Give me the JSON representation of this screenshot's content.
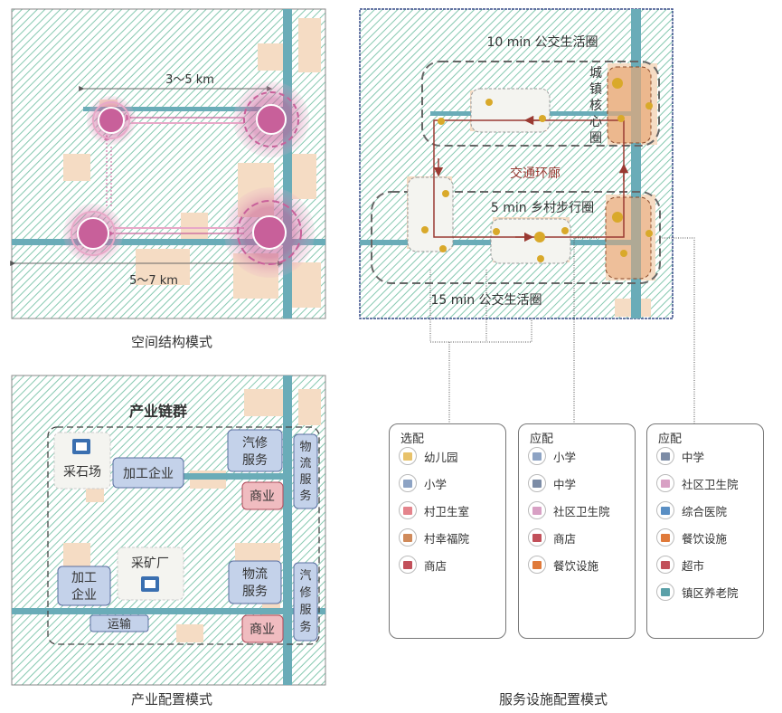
{
  "panel_spatial": {
    "label_3_5km": "3～5 km",
    "label_5_7km": "5～7 km",
    "caption": "空间结构模式"
  },
  "panel_industry": {
    "chain_title": "产业链群",
    "quarry": "采石场",
    "processing_top": "加工企业",
    "auto_repair_top": "汽修\n服务",
    "commerce_top": "商业",
    "logistics_right": "物流\n服务",
    "mine": "采矿厂",
    "processing_bottom": "加工\n企业",
    "logistics_bottom": "物流\n服务",
    "commerce_bottom": "商业",
    "auto_repair_right": "汽修\n服务",
    "transport": "运输",
    "caption": "产业配置模式"
  },
  "panel_service": {
    "label_10min": "10 min 公交生活圈",
    "label_core": "城\n镇\n核\n心\n圈",
    "label_corridor": "交通环廊",
    "label_5min": "5 min 乡村步行圈",
    "label_15min": "15 min 公交生活圈",
    "caption": "服务设施配置模式"
  },
  "cards": [
    {
      "title": "选配",
      "items": [
        {
          "label": "幼儿园",
          "icon": "kindergarten-icon",
          "color": "#e8c26a"
        },
        {
          "label": "小学",
          "icon": "primary-school-icon",
          "color": "#8da3c4"
        },
        {
          "label": "村卫生室",
          "icon": "clinic-icon",
          "color": "#e4848c"
        },
        {
          "label": "村幸福院",
          "icon": "elderly-home-icon",
          "color": "#d08a5a"
        },
        {
          "label": "商店",
          "icon": "shop-icon",
          "color": "#c2505a"
        }
      ]
    },
    {
      "title": "应配",
      "items": [
        {
          "label": "小学",
          "icon": "primary-school-icon",
          "color": "#8da3c4"
        },
        {
          "label": "中学",
          "icon": "middle-school-icon",
          "color": "#7c8ca6"
        },
        {
          "label": "社区卫生院",
          "icon": "health-center-icon",
          "color": "#d8a0c4"
        },
        {
          "label": "商店",
          "icon": "shop-icon",
          "color": "#c2505a"
        },
        {
          "label": "餐饮设施",
          "icon": "restaurant-icon",
          "color": "#e07a3a"
        }
      ]
    },
    {
      "title": "应配",
      "items": [
        {
          "label": "中学",
          "icon": "middle-school-icon",
          "color": "#7c8ca6"
        },
        {
          "label": "社区卫生院",
          "icon": "health-center-icon",
          "color": "#d8a0c4"
        },
        {
          "label": "综合医院",
          "icon": "hospital-icon",
          "color": "#5a8fc4"
        },
        {
          "label": "餐饮设施",
          "icon": "restaurant-icon",
          "color": "#e07a3a"
        },
        {
          "label": "超市",
          "icon": "supermarket-icon",
          "color": "#c2505a"
        },
        {
          "label": "镇区养老院",
          "icon": "nursing-home-icon",
          "color": "#5aa0a8"
        }
      ]
    }
  ],
  "colors": {
    "hatch": "#7cc2a8",
    "road": "#6aacb8",
    "builtup": "#f5dcc4",
    "node": "#c8609a",
    "node_ring": "#e8a8c8",
    "chain_box_blue": "#c4d2ea",
    "chain_box_pink": "#f0bcc0",
    "core_orange": "#e8a878",
    "dot_gold": "#d9a92a",
    "corridor": "#9a3a32"
  }
}
